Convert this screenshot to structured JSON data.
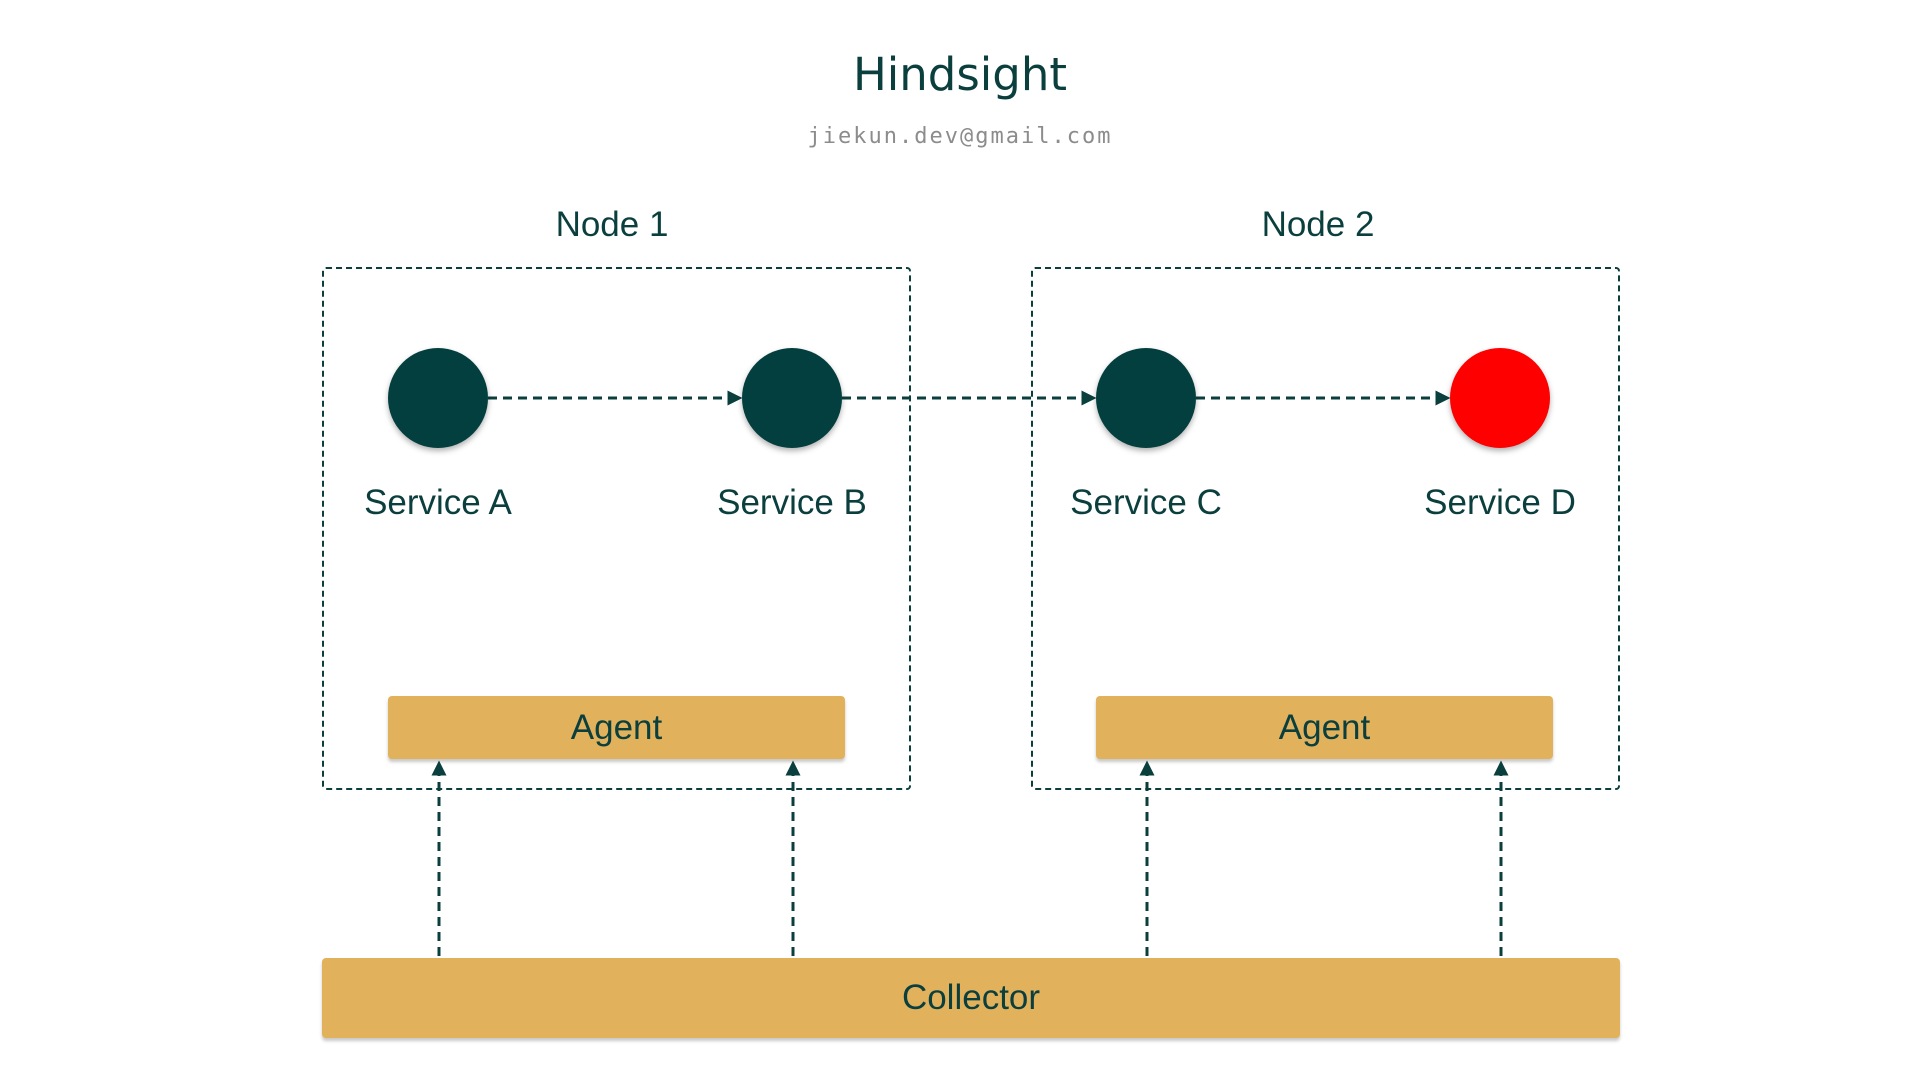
{
  "title": "Hindsight",
  "subtitle": "jiekun.dev@gmail.com",
  "colors": {
    "ink": "#0b3f3e",
    "service_dark": "#043f3f",
    "service_alert": "#ff0000",
    "block_fill": "#e2b15c",
    "subtitle_grey": "#8c8c8c"
  },
  "nodes": [
    {
      "label": "Node 1",
      "agent_label": "Agent"
    },
    {
      "label": "Node 2",
      "agent_label": "Agent"
    }
  ],
  "services": [
    {
      "label": "Service A",
      "color": "#043f3f"
    },
    {
      "label": "Service B",
      "color": "#043f3f"
    },
    {
      "label": "Service C",
      "color": "#043f3f"
    },
    {
      "label": "Service D",
      "color": "#ff0000"
    }
  ],
  "collector_label": "Collector",
  "edges": [
    {
      "from": "Service A",
      "to": "Service B",
      "style": "dashed"
    },
    {
      "from": "Service B",
      "to": "Service C",
      "style": "dashed"
    },
    {
      "from": "Service C",
      "to": "Service D",
      "style": "dashed"
    },
    {
      "from": "Collector",
      "to": "Agent (Node 1)",
      "count": 2,
      "style": "dashed"
    },
    {
      "from": "Collector",
      "to": "Agent (Node 2)",
      "count": 2,
      "style": "dashed"
    }
  ]
}
